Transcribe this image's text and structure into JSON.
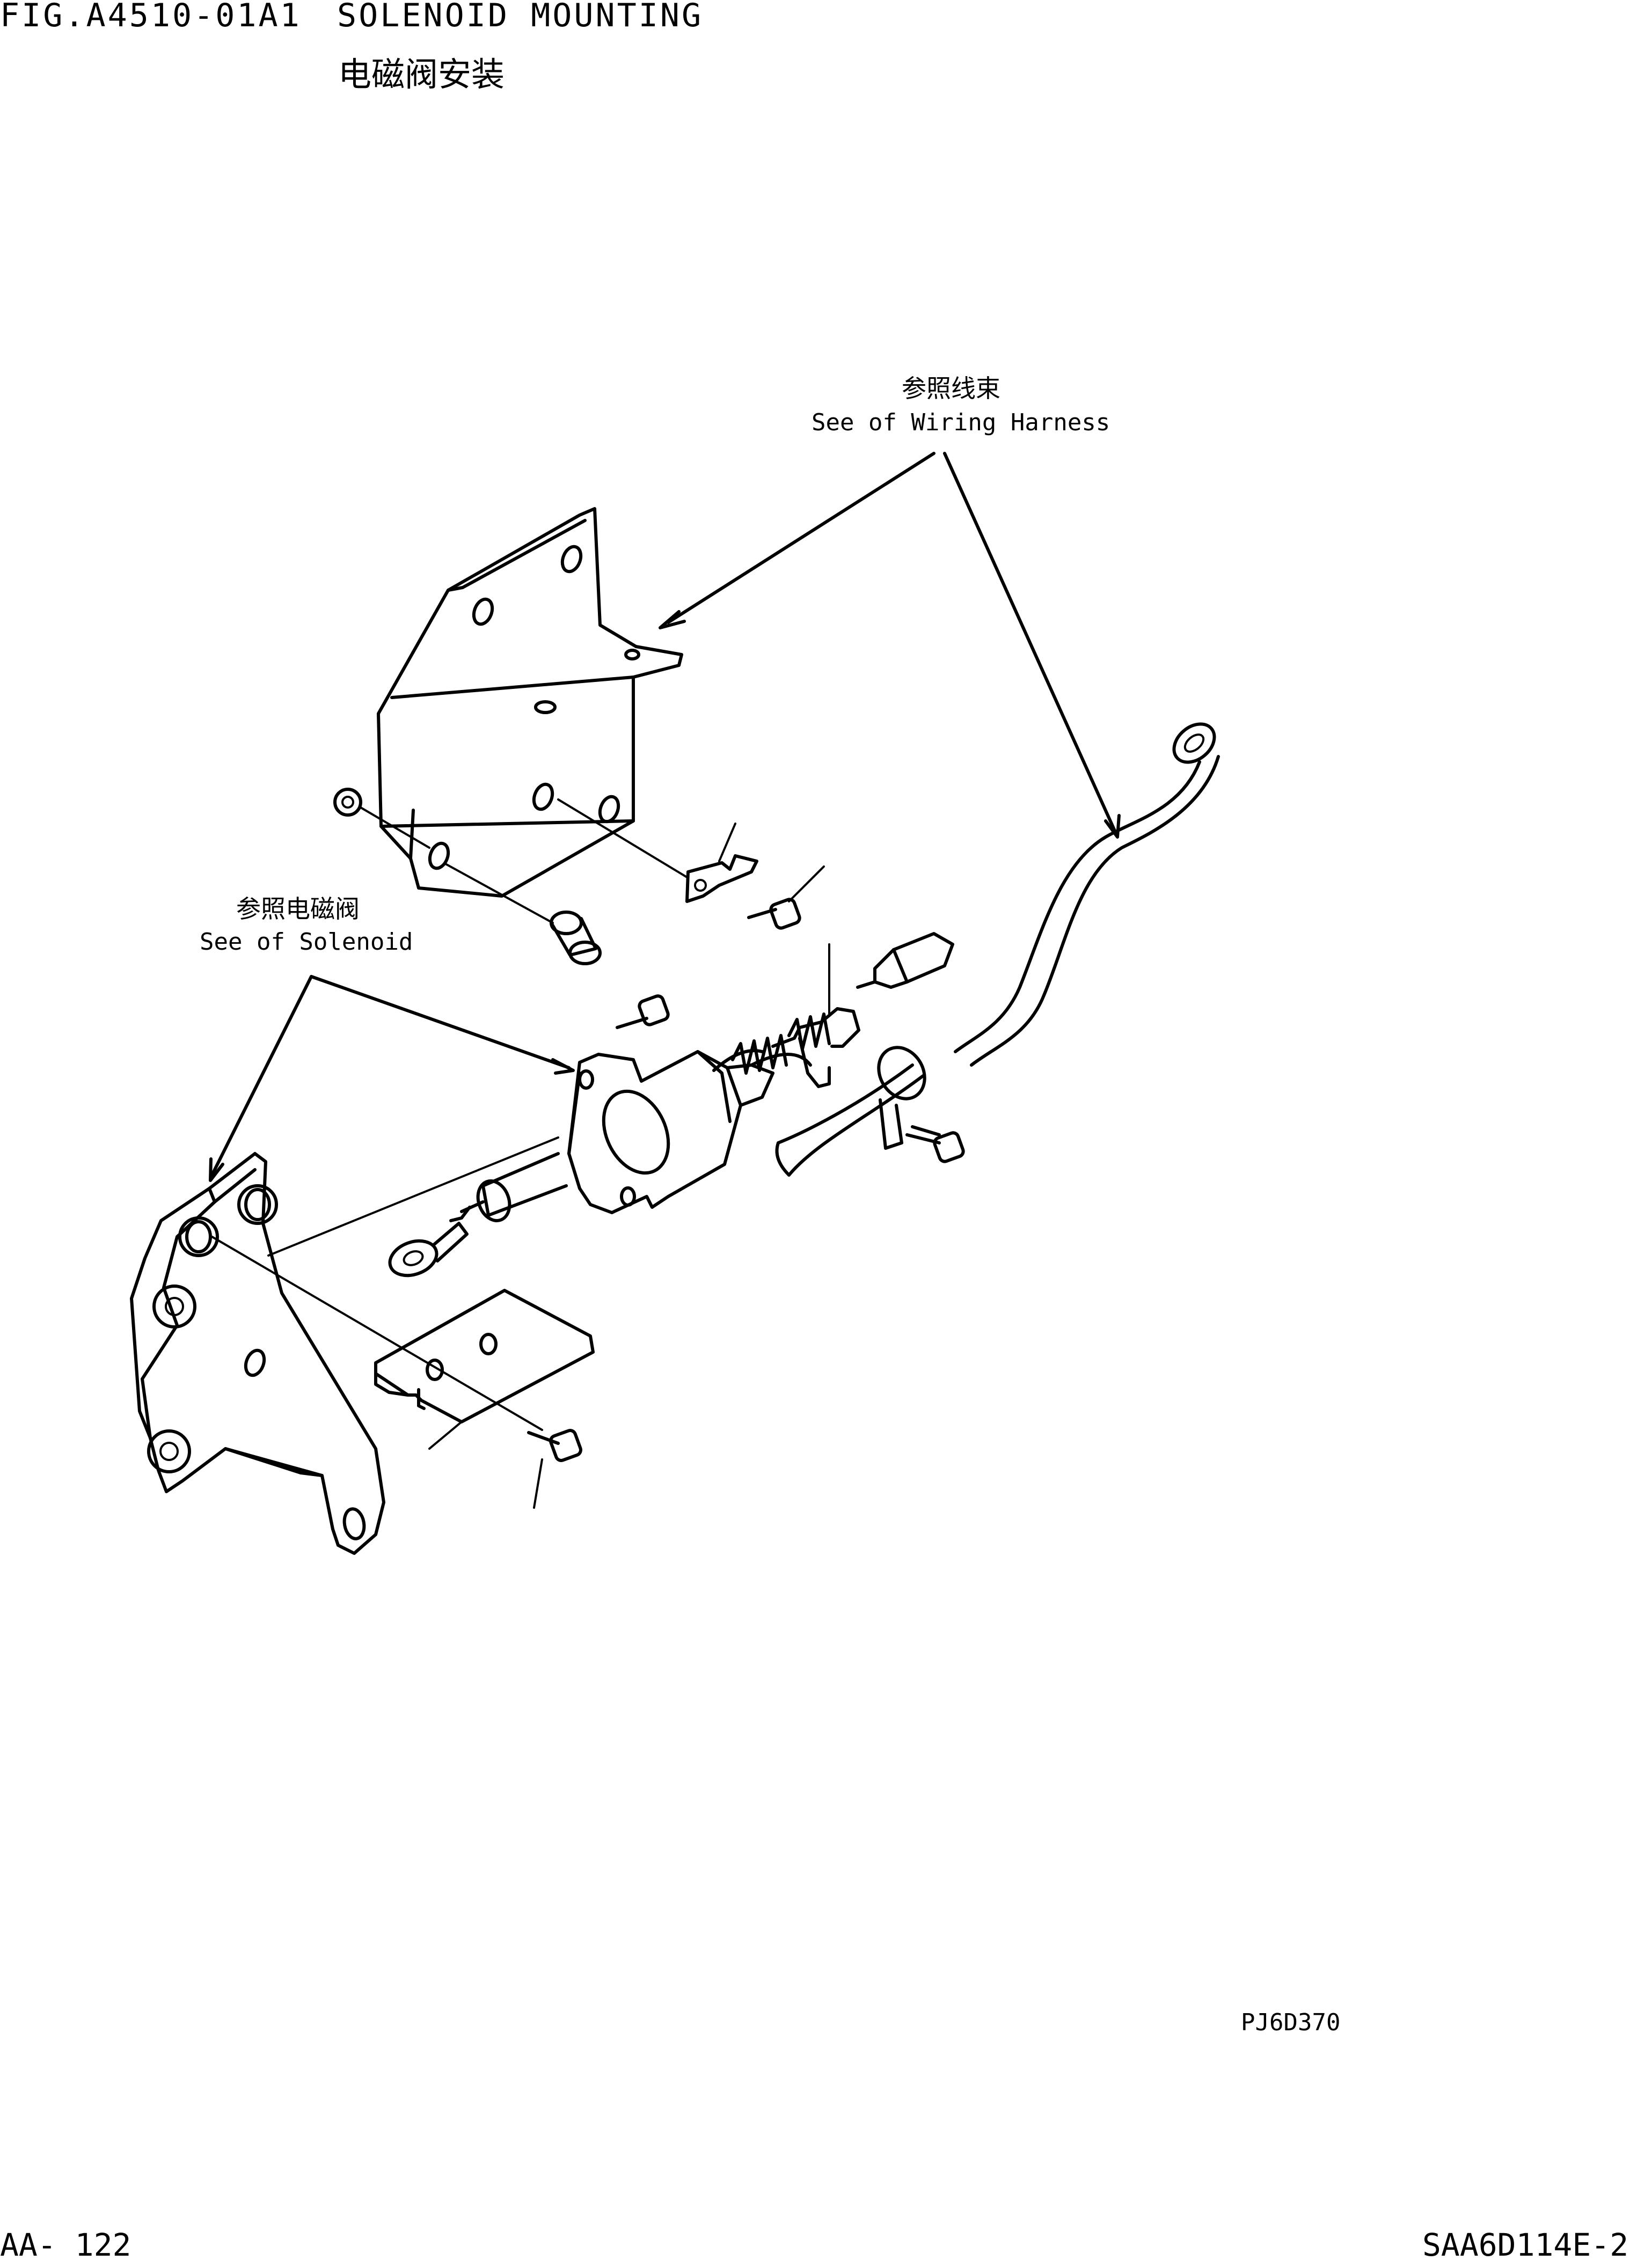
{
  "header": {
    "fig_no": "FIG.A4510-01A1",
    "title_en": "SOLENOID MOUNTING",
    "title_cn": "电磁阀安装"
  },
  "callouts": {
    "wiring_cn": "参照线束",
    "wiring_en": "See of Wiring Harness",
    "solenoid_cn": "参照电磁阀",
    "solenoid_en": "See of Solenoid"
  },
  "drawing_id": "PJ6D370",
  "footer": {
    "page": "AA- 122",
    "model": "SAA6D114E-2"
  },
  "colors": {
    "ink": "#000000",
    "paper": "#ffffff"
  }
}
